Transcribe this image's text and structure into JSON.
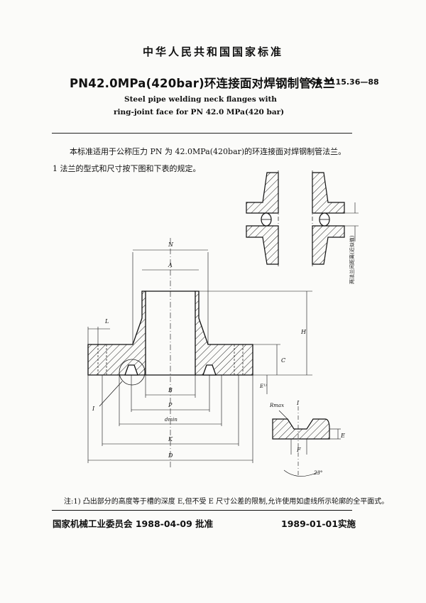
{
  "header": {
    "agency": "中华人民共和国国家标准",
    "title": "PN42.0MPa(420bar)环连接面对焊钢制管法兰",
    "standard_no": "GB 9115.36—88",
    "title_en_line1": "Steel pipe welding neck flanges with",
    "title_en_line2": "ring-joint face for PN 42.0 MPa(420 bar)"
  },
  "body": {
    "intro": "本标准适用于公称压力 PN 为 42.0MPa(420bar)的环连接面对焊钢制管法兰。",
    "clause1": "1  法兰的型式和尺寸按下图和下表的规定。"
  },
  "drawing": {
    "labels": {
      "N": "N",
      "A": "A",
      "L": "L",
      "H": "H",
      "C": "C",
      "E1": "E¹⁾",
      "B": "B",
      "P": "P",
      "dmin": "dmin",
      "K": "K",
      "D": "D",
      "detail": "I"
    },
    "joint_note": "两法兰间距离(近似值)",
    "detail_labels": {
      "rmax": "Rmax",
      "E": "E",
      "F": "F",
      "I": "I",
      "angle": "23°"
    }
  },
  "note": "注:1) 凸出部分的高度等于槽的深度 E,但不受 E 尺寸公差的限制,允许使用如虚线所示轮廓的全平面式。",
  "footer": {
    "approval": "国家机械工业委员会 1988-04-09 批准",
    "effective": "1989-01-01实施"
  }
}
